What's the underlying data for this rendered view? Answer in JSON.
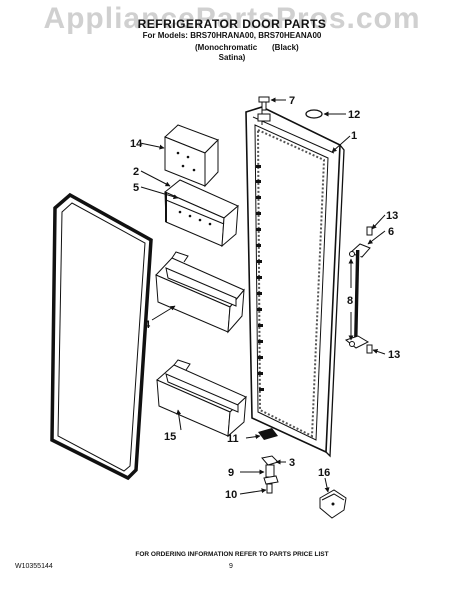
{
  "watermark": "AppliancePartsPros.com",
  "header": {
    "title": "REFRIGERATOR DOOR PARTS",
    "models": "For Models: BRS70HRANA00, BRS70HEANA00",
    "variant_mono": "(Monochromatic",
    "variant_black": "(Black)",
    "variant_satina": "Satina)"
  },
  "callouts": [
    "1",
    "2",
    "3",
    "4",
    "5",
    "6",
    "7",
    "8",
    "9",
    "10",
    "11",
    "12",
    "13",
    "13",
    "14",
    "15",
    "16"
  ],
  "footer": {
    "ordering_note": "FOR ORDERING INFORMATION REFER TO PARTS PRICE LIST",
    "doc_number": "W10355144",
    "page_number": "9"
  }
}
